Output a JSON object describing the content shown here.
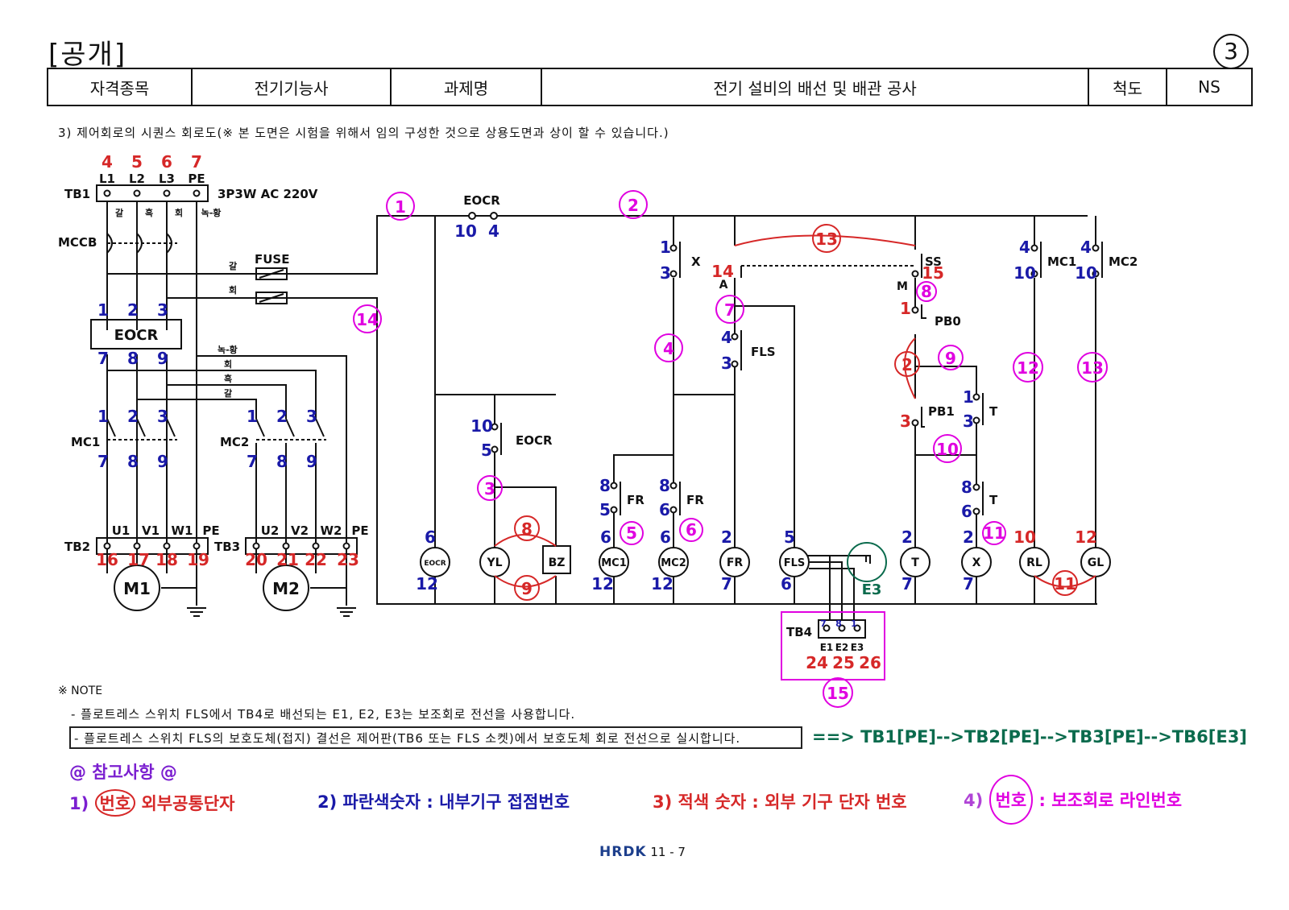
{
  "header": {
    "title": "[공개]",
    "page_number": "3",
    "cells": [
      "자격종목",
      "전기기능사",
      "과제명",
      "전기 설비의 배선 및 배관 공사",
      "척도",
      "NS"
    ]
  },
  "caption": "3) 제어회로의 시퀀스 회로도(※ 본 도면은 시험을 위해서 임의 구성한 것으로 상용도면과 상이 할 수 있습니다.)",
  "diagram": {
    "power": {
      "tb1_label": "TB1",
      "supply_label": "3P3W AC 220V",
      "terminal_numbers": [
        "4",
        "5",
        "6",
        "7"
      ],
      "terminal_names": [
        "L1",
        "L2",
        "L3",
        "PE"
      ],
      "wire_colors": [
        "갈",
        "흑",
        "회",
        "녹-황"
      ],
      "mccb_label": "MCCB",
      "fuse_label": "FUSE",
      "fuse_wire_top": "갈",
      "fuse_wire_bottom": "회",
      "eocr_label": "EOCR",
      "eocr_top_numbers": [
        "1",
        "2",
        "3"
      ],
      "eocr_bottom_numbers": [
        "7",
        "8",
        "9"
      ],
      "bus_labels": [
        "녹-황",
        "회",
        "흑",
        "갈"
      ],
      "mc1_label": "MC1",
      "mc2_label": "MC2",
      "mc_top_numbers": [
        "1",
        "2",
        "3"
      ],
      "mc_bottom_numbers": [
        "7",
        "8",
        "9"
      ],
      "tb2_label": "TB2",
      "tb3_label": "TB3",
      "tb2_names": [
        "U1",
        "V1",
        "W1",
        "PE"
      ],
      "tb3_names": [
        "U2",
        "V2",
        "W2",
        "PE"
      ],
      "tb2_numbers": [
        "16",
        "17",
        "18",
        "19"
      ],
      "tb3_numbers": [
        "20",
        "21",
        "22",
        "23"
      ],
      "motor1": "M1",
      "motor2": "M2",
      "line14": "14"
    },
    "control": {
      "lines": [
        "1",
        "2",
        "3",
        "4",
        "7",
        "8",
        "9",
        "10",
        "11",
        "12",
        "13",
        "5",
        "6",
        "15"
      ],
      "red_circles": [
        "13",
        "2",
        "8",
        "9",
        "11"
      ],
      "eocr_contact_label": "EOCR",
      "eocr_contact_nums": [
        "10",
        "4"
      ],
      "eocr_b_label": "EOCR",
      "eocr_b_nums": [
        "10",
        "5"
      ],
      "x_contact": {
        "label": "X",
        "nums": [
          "1",
          "3"
        ]
      },
      "ss": {
        "label": "SS",
        "num_left": "14",
        "num_right": "15",
        "pos_a": "A",
        "pos_m": "M"
      },
      "fls_contact": {
        "label": "FLS",
        "nums": [
          "4",
          "3"
        ]
      },
      "pb0": {
        "label": "PB0",
        "num": "1"
      },
      "pb1": {
        "label": "PB1",
        "num": "3"
      },
      "t_contact": {
        "label": "T",
        "nums": [
          "1",
          "3"
        ]
      },
      "t_contact2": {
        "label": "T",
        "nums": [
          "8",
          "6"
        ]
      },
      "fr_contacts": [
        {
          "label": "FR",
          "nums": [
            "8",
            "5"
          ]
        },
        {
          "label": "FR",
          "nums": [
            "8",
            "6"
          ]
        }
      ],
      "mc1_contact": {
        "label": "MC1",
        "nums": [
          "4",
          "10"
        ]
      },
      "mc2_contact": {
        "label": "MC2",
        "nums": [
          "4",
          "10"
        ]
      },
      "loads": [
        {
          "label": "EOCR",
          "top": "6",
          "bottom": "12"
        },
        {
          "label": "YL",
          "top": "",
          "bottom": ""
        },
        {
          "label": "BZ",
          "top": "",
          "bottom": ""
        },
        {
          "label": "MC1",
          "top": "6",
          "bottom": "12"
        },
        {
          "label": "MC2",
          "top": "6",
          "bottom": "12"
        },
        {
          "label": "FR",
          "top": "2",
          "bottom": "7"
        },
        {
          "label": "FLS",
          "top": "5",
          "bottom": "6"
        },
        {
          "label": "T",
          "top": "2",
          "bottom": "7"
        },
        {
          "label": "X",
          "top": "2",
          "bottom": "7"
        },
        {
          "label": "RL",
          "top": "10",
          "bottom": ""
        },
        {
          "label": "GL",
          "top": "12",
          "bottom": ""
        }
      ],
      "e3_label": "E3",
      "tb4": {
        "label": "TB4",
        "small_nums": [
          "7",
          "8",
          "1"
        ],
        "names": [
          "E1",
          "E2",
          "E3"
        ],
        "numbers": [
          "24",
          "25",
          "26"
        ]
      }
    }
  },
  "notes": {
    "head": "※ NOTE",
    "line1": "- 플로트레스 스위치 FLS에서 TB4로 배선되는 E1, E2, E3는 보조회로 전선을 사용합니다.",
    "line2": "- 플로트레스 스위치 FLS의 보호도체(접지) 결선은 제어판(TB6 또는 FLS 소켓)에서 보호도체 회로 전선으로 실시합니다.",
    "line2_tail": "==> TB1[PE]-->TB2[PE]-->TB3[PE]-->TB6[E3]"
  },
  "reference": {
    "head": "@ 참고사항 @",
    "item1_num": "1)",
    "item1_ring": "번호",
    "item1_text": "외부공통단자",
    "item2": "2) 파란색숫자 : 내부기구 접점번호",
    "item3": "3) 적색 숫자 : 외부 기구 단자 번호",
    "item4_num": "4)",
    "item4_ring": "번호",
    "item4_text": ": 보조회로 라인번호"
  },
  "footer": {
    "logo": "HRDK",
    "page": "11 - 7"
  },
  "colors": {
    "red": "#d62828",
    "blue": "#1a1aa8",
    "magenta": "#e000e0",
    "green": "#0b6b4d",
    "purple": "#7b1fd0"
  }
}
